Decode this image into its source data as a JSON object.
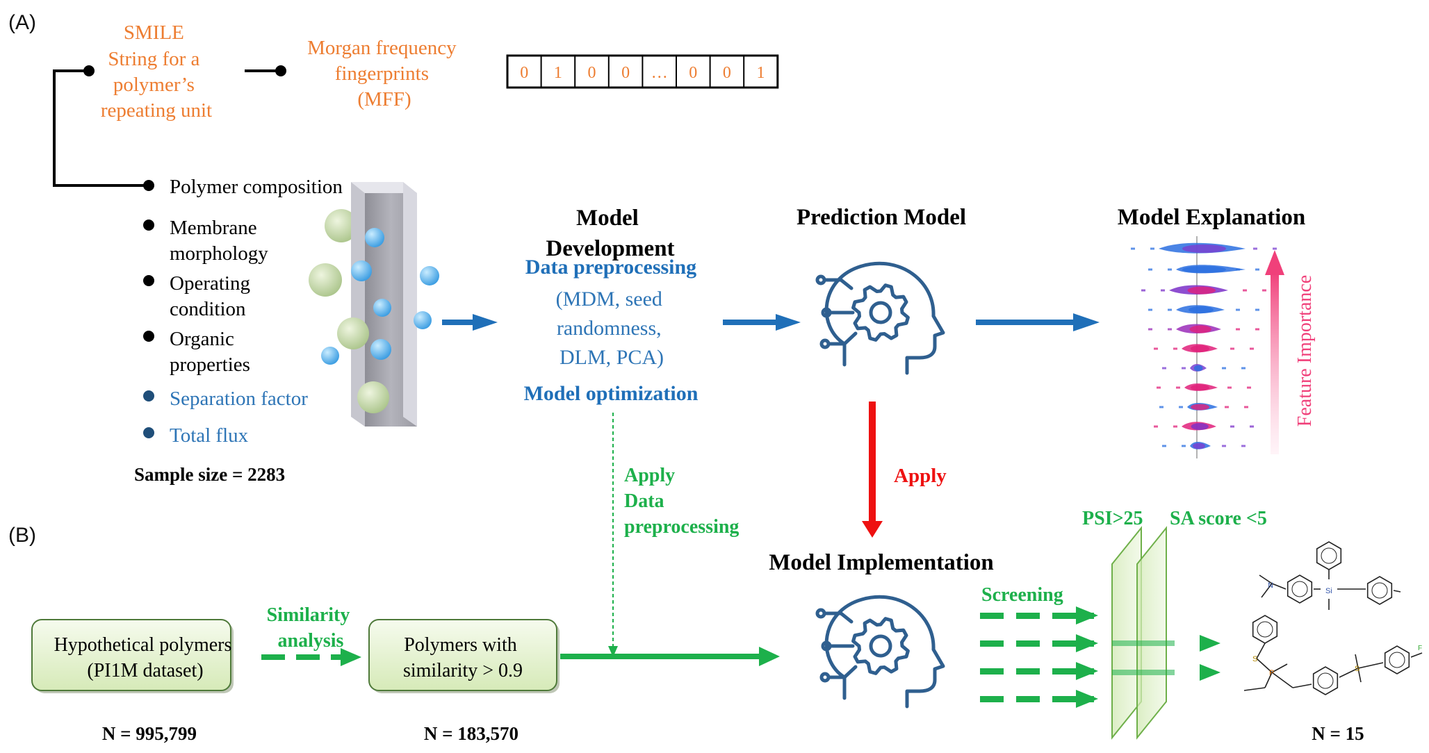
{
  "panel_a": {
    "label": "(A)",
    "smile_lines": [
      "SMILE",
      "String for a",
      "polymer’s",
      "repeating unit"
    ],
    "mff_lines": [
      "Morgan frequency",
      "fingerprints",
      "(MFF)"
    ],
    "bits": [
      "0",
      "1",
      "0",
      "0",
      "…",
      "0",
      "0",
      "1"
    ],
    "inputs": [
      "Polymer composition",
      "Membrane",
      "morphology",
      "Operating",
      "condition",
      "Organic",
      "properties"
    ],
    "outputs": [
      "Separation factor",
      "Total flux"
    ],
    "sample_size": "Sample size = 2283"
  },
  "model_dev": {
    "title_lines": [
      "Model",
      "Development"
    ],
    "preprocessing": "Data preprocessing",
    "methods_lines": [
      "(MDM, seed",
      "randomness,",
      "DLM, PCA)"
    ],
    "optimization": "Model optimization"
  },
  "prediction": {
    "title": "Prediction Model"
  },
  "explanation": {
    "title": "Model Explanation",
    "axis_label": "Feature Importance"
  },
  "apply_red": "Apply",
  "apply_green_lines": [
    "Apply",
    "Data",
    "preprocessing"
  ],
  "panel_b": {
    "label": "(B)",
    "box1_lines": [
      "Hypothetical polymers",
      "(PI1M dataset)"
    ],
    "n1": "N = 995,799",
    "similarity_lines": [
      "Similarity",
      "analysis"
    ],
    "box2_lines": [
      "Polymers with",
      "similarity > 0.9"
    ],
    "n2": "N = 183,570",
    "implementation": "Model Implementation",
    "screening": "Screening",
    "psi": "PSI>25",
    "sa": "SA score <5",
    "n3": "N = 15"
  },
  "colors": {
    "orange": "#ED7D31",
    "blue": "#1F6FB8",
    "icon_blue": "#2F5F8F",
    "green": "#1DB04B",
    "red": "#EE1111"
  },
  "icons": [
    "head-gear-icon",
    "violin-plot-icon",
    "membrane-icon",
    "molecule-icon"
  ]
}
